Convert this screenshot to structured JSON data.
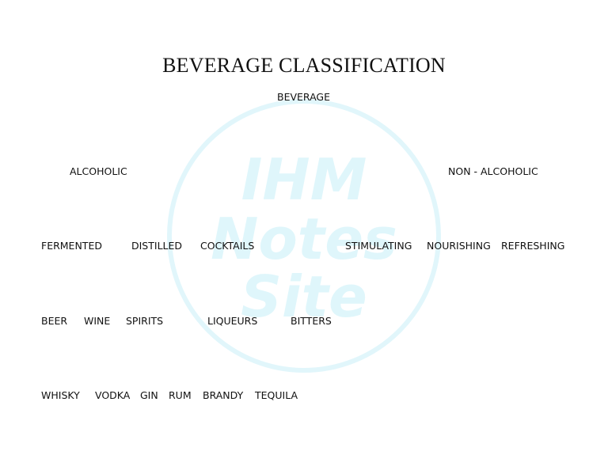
{
  "title": "BEVERAGE CLASSIFICATION",
  "root": "BEVERAGE",
  "level1": [
    "ALCOHOLIC",
    "NON - ALCOHOLIC"
  ],
  "level2": [
    "FERMENTED",
    "DISTILLED",
    "COCKTAILS",
    "STIMULATING",
    "NOURISHING",
    "REFRESHING"
  ],
  "level3": [
    "BEER",
    "WINE",
    "SPIRITS",
    "LIQUEURS",
    "BITTERS"
  ],
  "level4": [
    "WHISKY",
    "VODKA",
    "GIN",
    "RUM",
    "BRANDY",
    "TEQUILA"
  ],
  "watermark": {
    "lines": [
      "IHM",
      "Notes",
      "Site"
    ],
    "color": "#dff6fb",
    "icon": "ihm-notes-site-logo"
  }
}
